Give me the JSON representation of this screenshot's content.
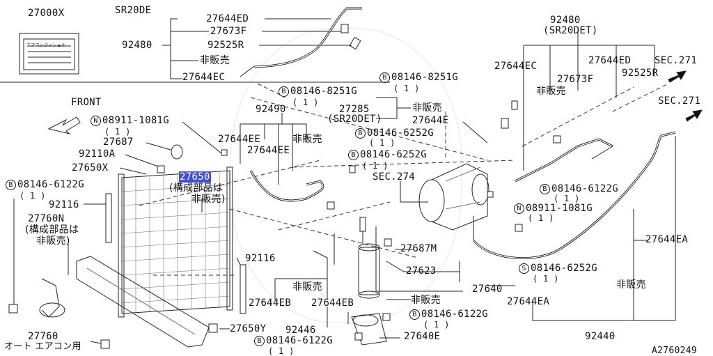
{
  "label_card": {
    "part_number": "27000X",
    "card_text": "エアコンディショナ"
  },
  "engine_variant": "SR20DE",
  "front_arrow": "FRONT",
  "diagram_id": "A2760249",
  "hose_top": {
    "group": "92480",
    "parts": [
      "27644ED",
      "27673F",
      "92525R",
      "非販売",
      "27644EC"
    ]
  },
  "hose_right": {
    "group": "92480",
    "variant": "(SR20DET)",
    "parts": {
      "p1": "27644ED",
      "p2": "92525R",
      "p3": "27644EC",
      "p4": "27673F",
      "p5": "非販売",
      "sec1": "SEC.271",
      "sec2": "SEC.271"
    }
  },
  "bolt_8251_top": {
    "code": "B",
    "part": "08146-8251G",
    "qty": "( 1 )"
  },
  "bolt_8251_right": {
    "code": "B",
    "part": "08146-8251G",
    "qty": "( 1 )"
  },
  "nut_1081_left": {
    "code": "N",
    "part": "08911-1081G",
    "qty": "( 1 )"
  },
  "nut_1081_right": {
    "code": "N",
    "part": "08911-1081G",
    "qty": "( 1 )"
  },
  "bolt_6252_a": {
    "code": "B",
    "part": "08146-6252G",
    "qty": "( 1 )"
  },
  "bolt_6252_b": {
    "code": "B",
    "part": "08146-6252G",
    "qty": "( 1 )"
  },
  "bolt_6122_left": {
    "code": "B",
    "part": "08146-6122G",
    "qty": "( 1 )"
  },
  "bolt_6122_right": {
    "code": "B",
    "part": "08146-6122G",
    "qty": "( 1 )"
  },
  "bolt_6122_mid": {
    "code": "B",
    "part": "08146-6122G",
    "qty": "( 1 )"
  },
  "bolt_6122_bottom": {
    "code": "B",
    "part": "08146-6122G",
    "qty": "( 1 )"
  },
  "screw_6252": {
    "code": "S",
    "part": "08146-6252G",
    "qty": "( 1 )"
  },
  "hose_center": {
    "group": "92490",
    "p1": "27644EE",
    "p2": "27644EE",
    "not_sold": "非販売"
  },
  "pipe_27285": {
    "part": "27285",
    "variant": "(SR20DET)",
    "not_sold": "非販売",
    "p2": "27644E"
  },
  "left_parts": {
    "p27687": "27687",
    "p92110A": "92110A",
    "p27650X": "27650X",
    "p92116a": "92116",
    "p92116b": "92116"
  },
  "condenser": {
    "part": "27650",
    "note1": "(構成部品は",
    "note2": "非販売)"
  },
  "bracket_27760N": {
    "part": "27760N",
    "note1": "(構成部品は",
    "note2": "非販売)"
  },
  "harness": {
    "part": "27760",
    "note": "オート エアコン用"
  },
  "bottom_parts": {
    "p27650Y": "27650Y",
    "p27644EB_a": "27644EB",
    "p27644EB_b": "27644EB",
    "not_sold": "非販売",
    "p92446": "92446"
  },
  "compressor": {
    "sec": "SEC.274"
  },
  "receiver": {
    "p27687M": "27687M",
    "p27623": "27623",
    "p27640": "27640",
    "not_sold": "非販売",
    "p27640E": "27640E"
  },
  "lower_right": {
    "p27644EA_a": "27644EA",
    "p27644EA_b": "27644EA",
    "not_sold": "非販売",
    "p92440": "92440"
  }
}
